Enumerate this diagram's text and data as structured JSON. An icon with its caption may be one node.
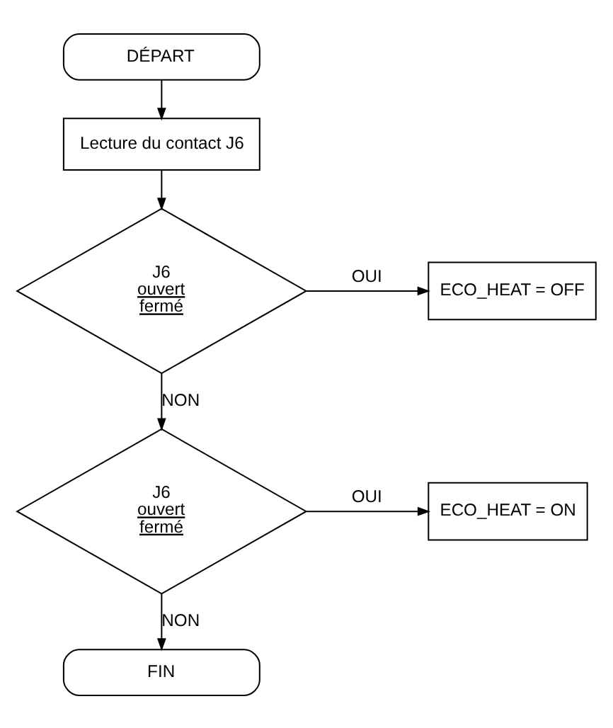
{
  "diagram": {
    "nodes": [
      {
        "text": [
          "DÉPART"
        ]
      },
      {
        "text": [
          "Lecture du contact J6"
        ]
      },
      {
        "text": [
          "J6",
          "ouvert",
          "fermé"
        ]
      },
      {
        "text": [
          "ECO_HEAT = OFF"
        ]
      },
      {
        "text": [
          "J6",
          "ouvert",
          "fermé"
        ]
      },
      {
        "text": [
          "ECO_HEAT = ON"
        ]
      },
      {
        "text": [
          "FIN"
        ]
      }
    ],
    "edges": [
      {
        "from": 0,
        "to": 1,
        "arrow": "to"
      },
      {
        "from": 1,
        "to": 2,
        "arrow": "to"
      },
      {
        "from": 2,
        "to": 3,
        "arrow": "to",
        "label": "OUI"
      },
      {
        "from": 2,
        "to": 4,
        "arrow": "to",
        "label": "NON"
      },
      {
        "from": 4,
        "to": 5,
        "arrow": "to",
        "label": "OUI"
      },
      {
        "from": 4,
        "to": 6,
        "arrow": "to",
        "label": "NON"
      }
    ]
  }
}
